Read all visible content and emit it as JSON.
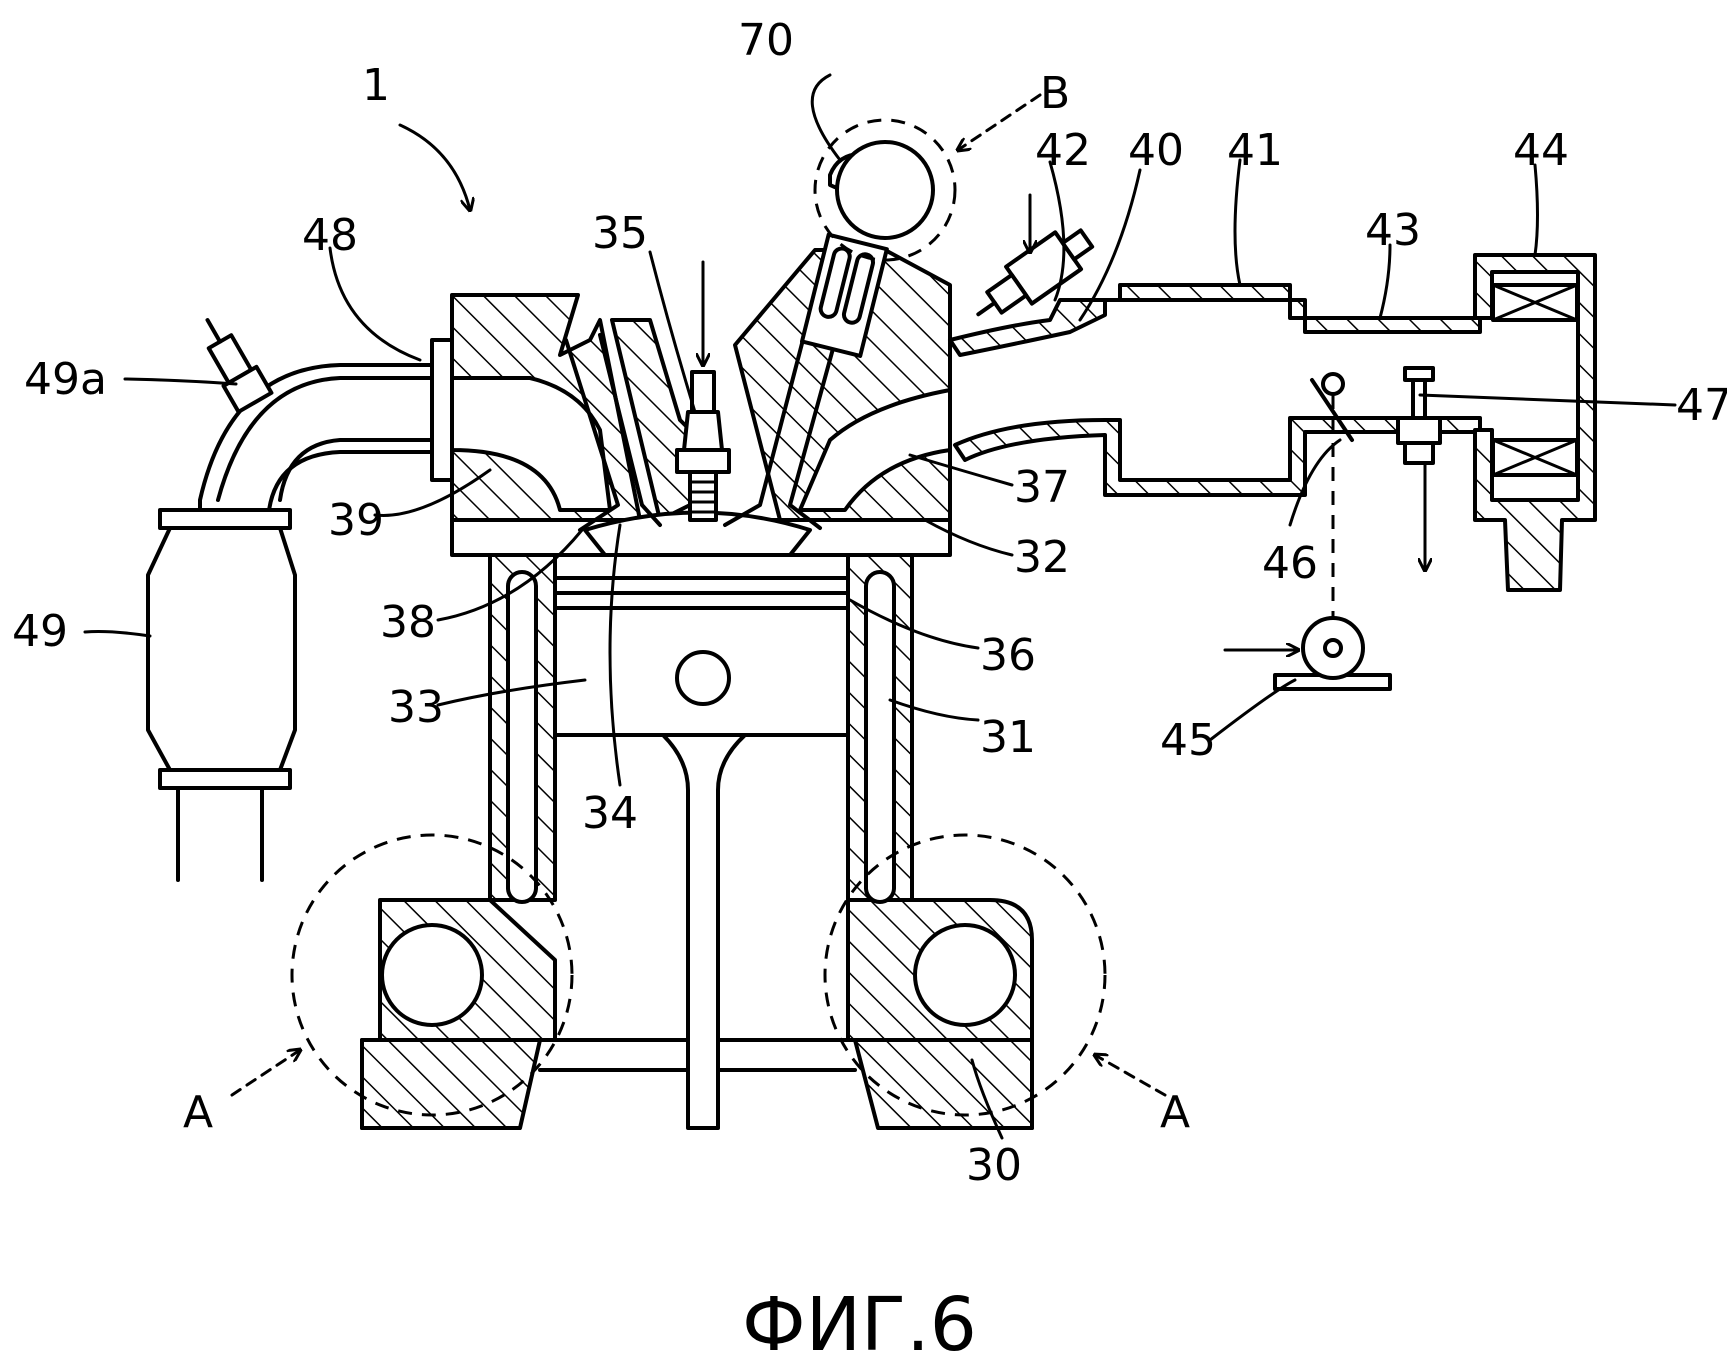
{
  "labels": {
    "engine": "1",
    "b_detail": "B",
    "a_detail_left": "A",
    "a_detail_right": "A",
    "crankcase": "30",
    "cylinder": "31",
    "cylinder_head": "32",
    "piston": "33",
    "combustion_chamber": "34",
    "spark_plug": "35",
    "intake_valve": "36",
    "intake_port": "37",
    "exhaust_valve": "38",
    "exhaust_port": "39",
    "intake_manifold": "40",
    "surge_tank": "41",
    "injector": "42",
    "intake_duct": "43",
    "air_cleaner": "44",
    "actuator": "45",
    "throttle_valve": "46",
    "air_flow_meter": "47",
    "exhaust_manifold": "48",
    "catalytic_converter": "49",
    "air_fuel_sensor": "49a",
    "cam": "70"
  },
  "caption": "ФИГ.6"
}
